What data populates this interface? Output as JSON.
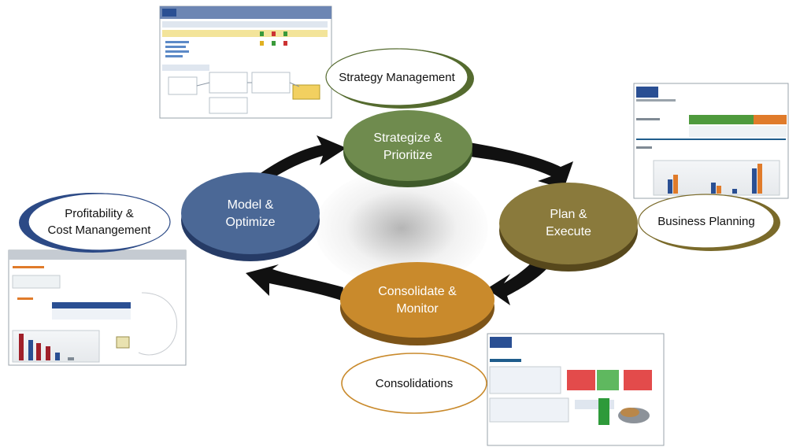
{
  "cycle": {
    "steps": [
      {
        "label": "Strategize &\nPrioritize",
        "color": "#6f8b4e"
      },
      {
        "label": "Plan &\nExecute",
        "color": "#8a7a3c"
      },
      {
        "label": "Consolidate &\nMonitor",
        "color": "#c98a2c"
      },
      {
        "label": "Model &\nOptimize",
        "color": "#4b6896"
      }
    ],
    "arrow_color": "#111111"
  },
  "callouts": [
    {
      "label": "Strategy Management",
      "accent": "#556b2f"
    },
    {
      "label": "Business Planning",
      "accent": "#7a6a2a"
    },
    {
      "label": "Consolidations",
      "accent": "#c98a2c"
    },
    {
      "label": "Profitability &\nCost Manangement",
      "accent": "#2c4a86"
    }
  ],
  "screenshots": [
    {
      "name": "strategy-management-screenshot"
    },
    {
      "name": "business-planning-screenshot"
    },
    {
      "name": "consolidations-screenshot"
    },
    {
      "name": "profitability-screenshot"
    }
  ]
}
